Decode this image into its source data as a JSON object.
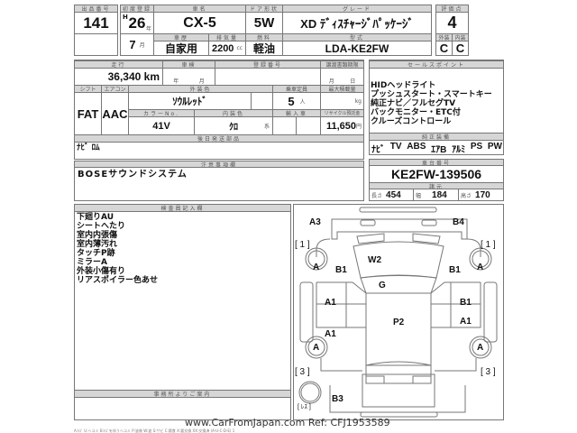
{
  "header": {
    "lot_label": "出品番号",
    "lot": "141",
    "reg_label": "初度登録",
    "era": "H",
    "year": "26",
    "year_unit": "年",
    "month": "7",
    "month_unit": "月",
    "name_label": "車名",
    "name": "CX-5",
    "door_label": "ドア形状",
    "door": "5W",
    "grade_label": "グレード",
    "grade": "XD ﾃﾞｨｽﾁｬｰｼﾞﾊﾟｯｹｰｼﾞ",
    "score_label": "評価点",
    "score": "4",
    "history_label": "車歴",
    "history": "自家用",
    "disp_label": "排気量",
    "disp": "2200",
    "disp_unit": "cc",
    "fuel_label": "燃料",
    "fuel": "軽油",
    "model_label": "型式",
    "model": "LDA-KE2FW",
    "ext_label": "外装",
    "int_label": "内装",
    "ext": "C",
    "int": "C"
  },
  "details": {
    "mileage_label": "走行",
    "mileage": "36,340 km",
    "inspection_label": "車検",
    "ins_year": "年",
    "ins_month": "月",
    "plate_label": "登録番号",
    "transfer_label": "譲渡書類期限",
    "tr_month": "月",
    "tr_day": "日",
    "shift_label": "シフト",
    "shift": "FAT",
    "ac_label": "エアコン",
    "ac": "AAC",
    "color_label": "外装色",
    "color": "ｿｳﾙﾚｯﾄﾞ",
    "capacity_label": "乗車定員",
    "capacity": "5",
    "capacity_unit": "人",
    "load_label": "最大積載量",
    "load_unit": "kg",
    "colorno_label": "カラーNo.",
    "colorno": "41V",
    "interior_label": "内装色",
    "interior": "ｸﾛ",
    "interior_unit": "系",
    "import_label": "輸入車",
    "recycle_label": "リサイクル預託金",
    "recycle": "11,650",
    "recycle_unit": "円",
    "later_label": "後日発送部品",
    "later": "ﾅﾋﾞ ﾛﾑ"
  },
  "sales": {
    "label": "セールスポイント",
    "items": [
      "HIDヘッドライト",
      "プッシュスタート・スマートキー",
      "純正ナビ／フルセグTV",
      "バックモニター・ETC付",
      "クルーズコントロール"
    ],
    "equip_label": "純正装備",
    "equip": [
      "ﾅﾋﾞ",
      "TV",
      "ABS",
      "ｴｱB",
      "ｱﾙﾐ",
      "PS",
      "PW"
    ]
  },
  "notes": {
    "label": "注意事項欄",
    "text": "BOSEサウンドシステム"
  },
  "chassis": {
    "label": "車台番号",
    "number": "KE2FW-139506",
    "spec_label": "諸元",
    "len_label": "長さ",
    "len": "454",
    "wid_label": "幅",
    "wid": "184",
    "hei_label": "高さ",
    "hei": "170"
  },
  "inspector": {
    "label": "検査員記入欄",
    "items": [
      "下廻りAU",
      "シートへたり",
      "室内内張傷",
      "室内薄汚れ",
      "タッチP跡",
      "ミラーA",
      "外装小傷有り",
      "リアスポイラー色あせ"
    ]
  },
  "office": {
    "label": "事務所よりご案内"
  },
  "diagram": {
    "marks": [
      "A3",
      "B4",
      "W2",
      "B1",
      "B1",
      "G",
      "A1",
      "B1",
      "P2",
      "A1",
      "A1",
      "B3",
      "A",
      "A",
      "A",
      "A"
    ],
    "tires": [
      "[ 1 ]",
      "[ 1 ]",
      "[ 3 ]",
      "[ 3 ]"
    ],
    "spare": "[ ﾚｽ ]"
  },
  "footer": {
    "legend": "A:ｷｽﾞ U:ヘコミ B:ｷｽﾞを伴うヘコミ P:塗装 W:波 S:サビ C:腐食 X:要交換 XX:交換済 (A-U-C-D-E) 1",
    "watermark": "www.CarFromJapan.com Ref: CFJ1953589"
  }
}
